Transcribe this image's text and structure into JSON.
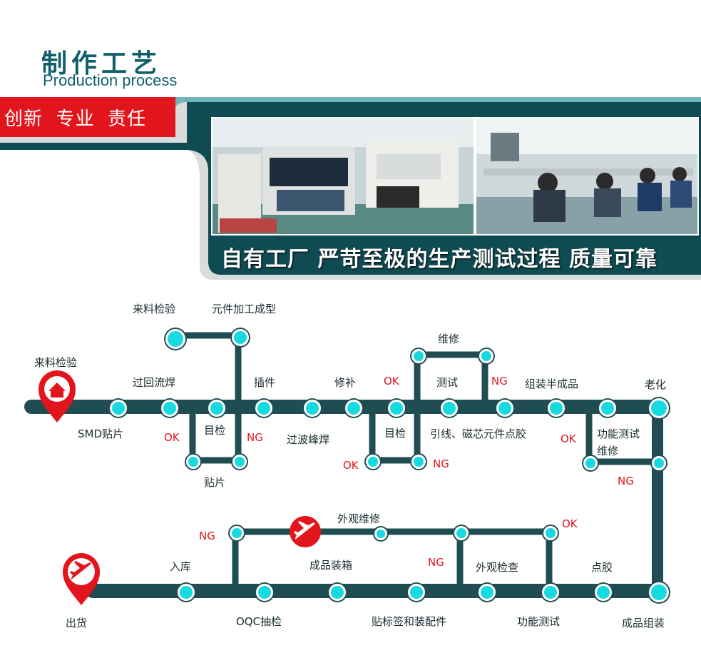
{
  "header": {
    "title_cn": "制作工艺",
    "title_en": "Production process",
    "slogan": "创新  专业  责任",
    "banner": "自有工厂 严苛至极的生产测试过程 质量可靠"
  },
  "flow": {
    "start": "来料检验",
    "incoming_check": "来料检验",
    "component_forming": "元件加工成型",
    "reflow": "过回流焊",
    "smd": "SMD贴片",
    "visual1": "目检",
    "place": "贴片",
    "insert": "插件",
    "wave": "过波峰焊",
    "repair": "修补",
    "visual2": "目检",
    "maintain": "维修",
    "test": "测试",
    "lead": "引线、磁芯元件点胶",
    "semi": "组装半成品",
    "aging": "老化",
    "func_test_repair": "功能测试\n维修",
    "product_assembly": "成品组装",
    "glue": "点胶",
    "func_test": "功能测试",
    "appearance_check": "外观检查",
    "appearance_repair": "外观维修",
    "labeling": "贴标签和装配件",
    "packing": "成品装箱",
    "oqc": "OQC抽检",
    "storage": "入库",
    "ship": "出货"
  },
  "status": {
    "ok": "OK",
    "ng": "NG"
  },
  "colors": {
    "teal_dark": "#0f4b52",
    "teal_node": "#17d9e0",
    "red": "#e3151c"
  }
}
